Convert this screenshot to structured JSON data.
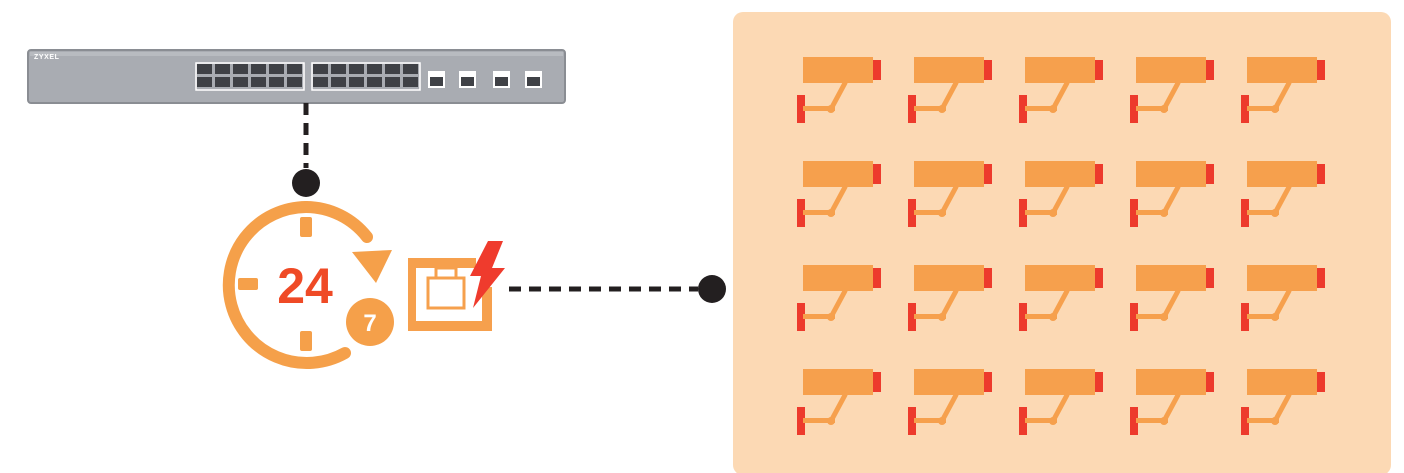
{
  "switch": {
    "brand": "ZYXEL"
  },
  "badge": {
    "hours": "24",
    "days": "7"
  },
  "camera_panel": {
    "rows": 4,
    "columns": 5
  },
  "colors": {
    "switch_body": "#a9acb2",
    "switch_edge": "#8a8d93",
    "switch_port": "#3f4146",
    "connector": "#231f20",
    "clock_orange": "#f5a04a",
    "hours_red": "#ef4a26",
    "panel_fill": "#fcd9b4",
    "camera_body": "#f6a04d",
    "camera_red": "#ed3a2c",
    "ethernet_icon": "#f6a04d",
    "bolt": "#ef3b2d"
  },
  "icons": [
    "network-switch-icon",
    "clock-24-7-icon",
    "ethernet-port-icon",
    "lightning-bolt-icon",
    "security-camera-icon"
  ]
}
